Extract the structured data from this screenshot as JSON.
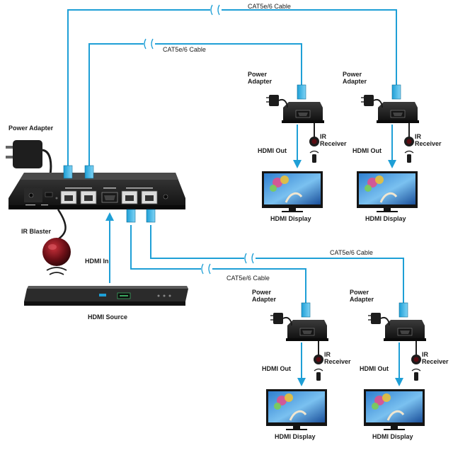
{
  "colors": {
    "cable": "#1e9fd6",
    "device": "#1c1c1c",
    "device_edge": "#3a3a3a",
    "arrow": "#1e9fd6",
    "text": "#1a1a1a"
  },
  "labels": {
    "power_adapter_main": "Power Adapter",
    "ir_blaster": "IR Blaster",
    "hdmi_in": "HDMI In",
    "hdmi_source": "HDMI Source",
    "cable": "CAT5e/6 Cable",
    "power_adapter": "Power Adapter",
    "ir_receiver": "IR Receiver",
    "hdmi_out": "HDMI Out",
    "hdmi_display": "HDMI Display"
  },
  "receivers": [
    {
      "id": "rx1",
      "cable_label": "CAT5e/6 Cable"
    },
    {
      "id": "rx2",
      "cable_label": "CAT5e/6 Cable"
    },
    {
      "id": "rx3",
      "cable_label": "CAT5e/6 Cable"
    },
    {
      "id": "rx4",
      "cable_label": "CAT5e/6 Cable"
    }
  ],
  "icons": [
    "power-adapter-icon",
    "ir-blaster-icon",
    "ir-receiver-icon",
    "remote-icon",
    "hdmi-display-icon",
    "blu-ray-player-icon",
    "splitter-icon",
    "rj45-plug-icon"
  ]
}
